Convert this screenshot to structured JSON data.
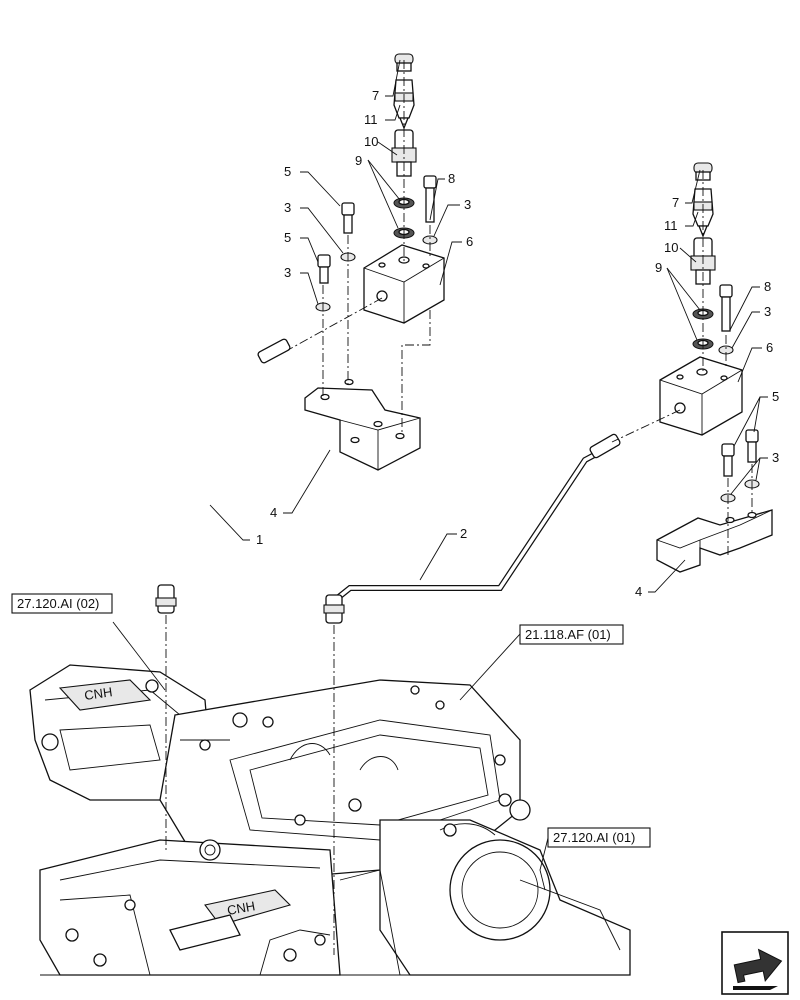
{
  "callouts": [
    "1",
    "2",
    "3",
    "3",
    "3",
    "3",
    "3",
    "4",
    "4",
    "5",
    "5",
    "5",
    "6",
    "6",
    "7",
    "7",
    "8",
    "8",
    "9",
    "9",
    "10",
    "10",
    "11",
    "11"
  ],
  "references": {
    "ref_27120_02": "27.120.AI (02)",
    "ref_21118_01": "21.118.AF (01)",
    "ref_27120_01": "27.120.AI (01)"
  },
  "logo_text": "CNH",
  "icons": {
    "nav": "next-page-arrow-icon"
  }
}
